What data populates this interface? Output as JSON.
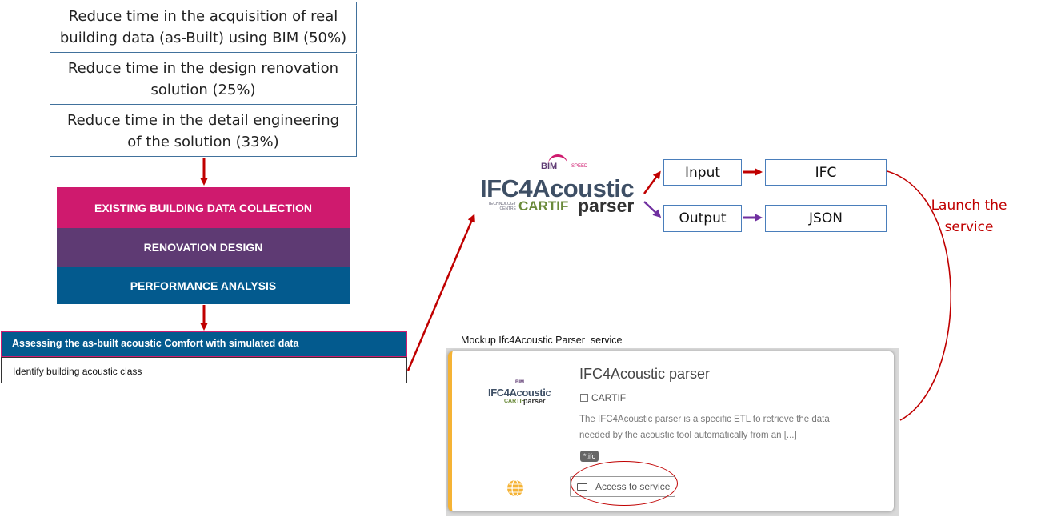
{
  "goals": [
    "Reduce time in the acquisition of real building data (as-Built) using BIM (50%)",
    "Reduce time in the design renovation solution (25%)",
    "Reduce time in the detail engineering of the solution (33%)"
  ],
  "stages": [
    {
      "label": "EXISTING BUILDING DATA COLLECTION",
      "color": "#cf1a6e"
    },
    {
      "label": "RENOVATION DESIGN",
      "color": "#5e3a73"
    },
    {
      "label": "PERFORMANCE ANALYSIS",
      "color": "#035a8e"
    }
  ],
  "tasks": {
    "header": "Assessing the as-built acoustic Comfort with simulated data",
    "item": "Identify building acoustic class"
  },
  "logo": {
    "main": "IFC4Acoustic",
    "sub": "parser",
    "org": "CARTIF",
    "org_caption": "TECHNOLOGY CENTRE",
    "badge": "BIM",
    "badge_sub": "SPEED"
  },
  "flow": {
    "input_label": "Input",
    "output_label": "Output",
    "input_value": "IFC",
    "output_value": "JSON",
    "launch_label": "Launch the service"
  },
  "mockup": {
    "caption": "Mockup Ifc4Acoustic Parser  service",
    "title": "IFC4Acoustic parser",
    "provider": "CARTIF",
    "description": "The IFC4Acoustic parser is a specific ETL to retrieve the data needed by the acoustic tool automatically from an [...]",
    "tag": "*.ifc",
    "access_label": "Access to service"
  },
  "colors": {
    "arrow_red": "#c00000",
    "arrow_purple": "#7030a0",
    "box_border": "#4a7ebb",
    "card_accent": "#f5b335",
    "launch_text": "#c00000"
  }
}
